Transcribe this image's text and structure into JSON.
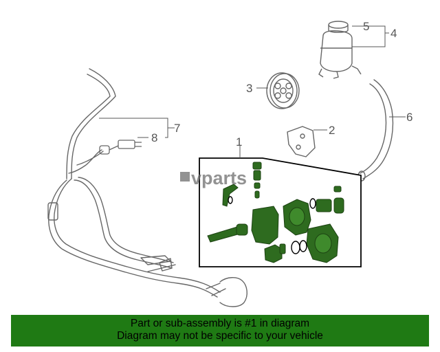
{
  "callouts": {
    "c1": "1",
    "c2": "2",
    "c3": "3",
    "c4": "4",
    "c5": "5",
    "c6": "6",
    "c7": "7",
    "c8": "8"
  },
  "watermark": "vparts",
  "banner": {
    "line1": "Part or sub-assembly is #1 in diagram",
    "line2": "Diagram may not be specific to your vehicle"
  },
  "colors": {
    "banner": "#1f7a14",
    "part_highlight": "#2e6b1f",
    "line_art": "#666666"
  }
}
